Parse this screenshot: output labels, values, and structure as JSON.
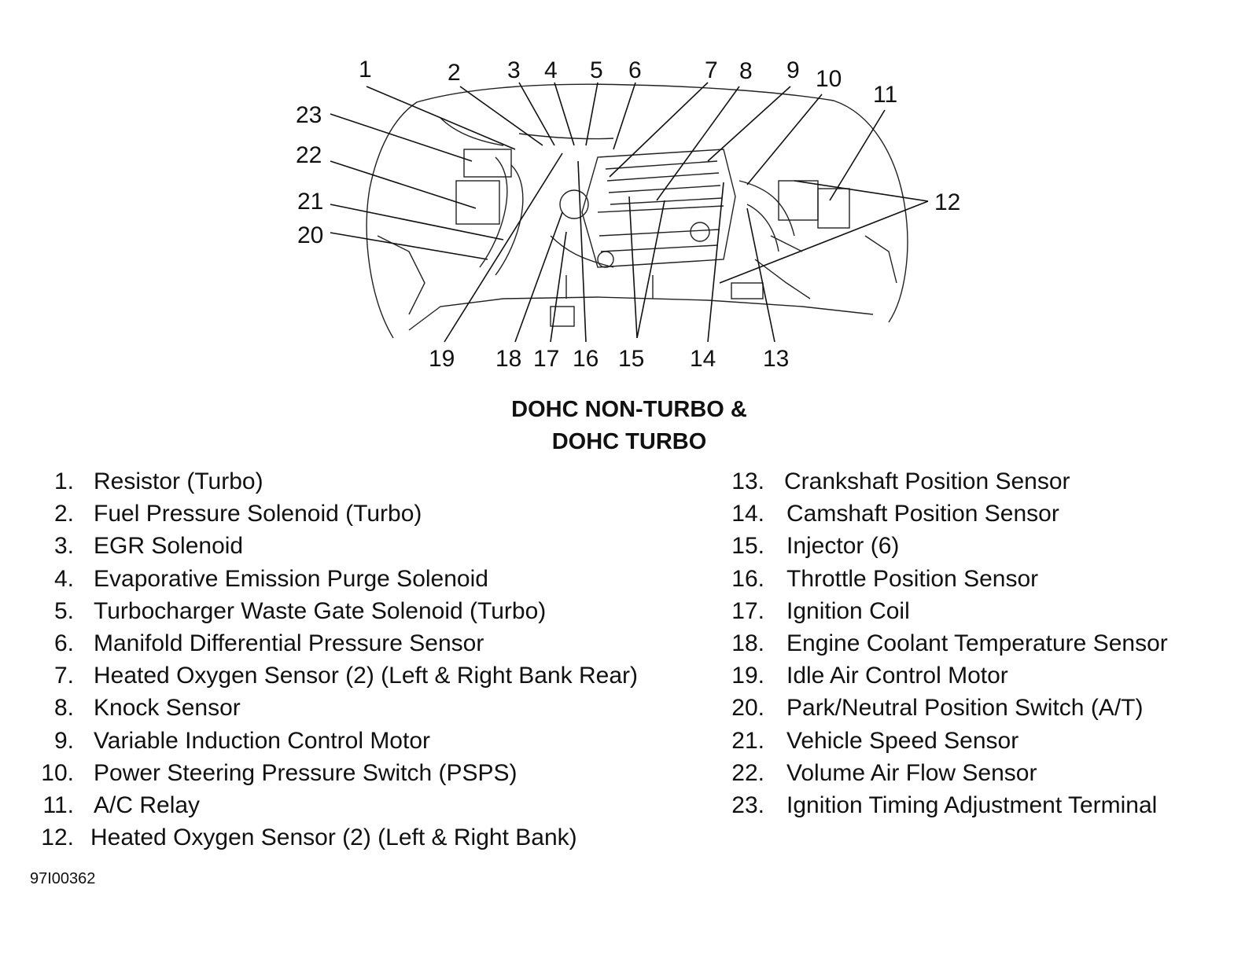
{
  "title_line1": "DOHC NON-TURBO &",
  "title_line2": "DOHC TURBO",
  "figure_id": "97I00362",
  "callout_numbers": [
    "1",
    "2",
    "3",
    "4",
    "5",
    "6",
    "7",
    "8",
    "9",
    "10",
    "11",
    "12",
    "13",
    "14",
    "15",
    "16",
    "17",
    "18",
    "19",
    "20",
    "21",
    "22",
    "23"
  ],
  "legend_left": [
    {
      "num": "1.",
      "label": "Resistor  (Turbo)"
    },
    {
      "num": "2.",
      "label": "Fuel Pressure Solenoid (Turbo)"
    },
    {
      "num": "3.",
      "label": "EGR Solenoid"
    },
    {
      "num": "4.",
      "label": "Evaporative Emission Purge Solenoid"
    },
    {
      "num": "5.",
      "label": "Turbocharger Waste Gate Solenoid (Turbo)"
    },
    {
      "num": "6.",
      "label": "Manifold Differential Pressure Sensor"
    },
    {
      "num": "7.",
      "label": "Heated Oxygen Sensor (2) (Left & Right Bank Rear)"
    },
    {
      "num": "8.",
      "label": "Knock Sensor"
    },
    {
      "num": "9.",
      "label": "Variable Induction Control Motor"
    },
    {
      "num": "10.",
      "label": "Power Steering Pressure Switch (PSPS)"
    },
    {
      "num": "11.",
      "label": "A/C Relay"
    },
    {
      "num": "12.",
      "label": "Heated Oxygen Sensor (2) (Left & Right Bank)"
    }
  ],
  "legend_right": [
    {
      "num": "13.",
      "label": "Crankshaft Position Sensor"
    },
    {
      "num": "14.",
      "label": "Camshaft Position Sensor"
    },
    {
      "num": "15.",
      "label": "Injector (6)"
    },
    {
      "num": "16.",
      "label": "Throttle Position Sensor"
    },
    {
      "num": "17.",
      "label": "Ignition Coil"
    },
    {
      "num": "18.",
      "label": "Engine Coolant Temperature Sensor"
    },
    {
      "num": "19.",
      "label": "Idle Air Control Motor"
    },
    {
      "num": "20.",
      "label": "Park/Neutral Position Switch (A/T)"
    },
    {
      "num": "21.",
      "label": "Vehicle Speed Sensor"
    },
    {
      "num": "22.",
      "label": "Volume Air Flow Sensor"
    },
    {
      "num": "23.",
      "label": "Ignition Timing Adjustment Terminal"
    }
  ]
}
